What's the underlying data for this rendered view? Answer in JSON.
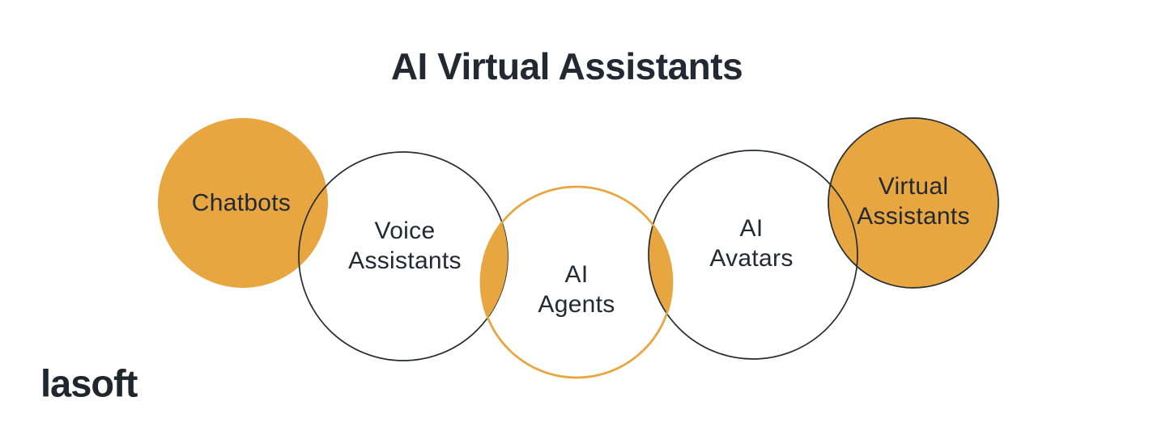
{
  "title": "AI Virtual Assistants",
  "brand": {
    "logo_text": "lasoft"
  },
  "colors": {
    "accent_orange": "#E8A640",
    "outline_dark": "#262C33",
    "text_dark": "#232932",
    "background": "#FFFFFF"
  },
  "diagram": {
    "type": "venn",
    "description": "Five horizontally overlapping circles",
    "circles": [
      {
        "id": "chatbots",
        "label": "Chatbots",
        "style": "solid-orange"
      },
      {
        "id": "voice-assistants",
        "label": "Voice\nAssistants",
        "style": "outline-dark"
      },
      {
        "id": "ai-agents",
        "label": "AI\nAgents",
        "style": "outline-orange"
      },
      {
        "id": "ai-avatars",
        "label": "AI\nAvatars",
        "style": "outline-dark"
      },
      {
        "id": "virtual-assistants",
        "label": "Virtual\nAssistants",
        "style": "solid-orange-dark-outline"
      }
    ],
    "highlighted_overlaps": [
      "voice-assistants ∩ ai-agents",
      "ai-agents ∩ ai-avatars"
    ]
  }
}
